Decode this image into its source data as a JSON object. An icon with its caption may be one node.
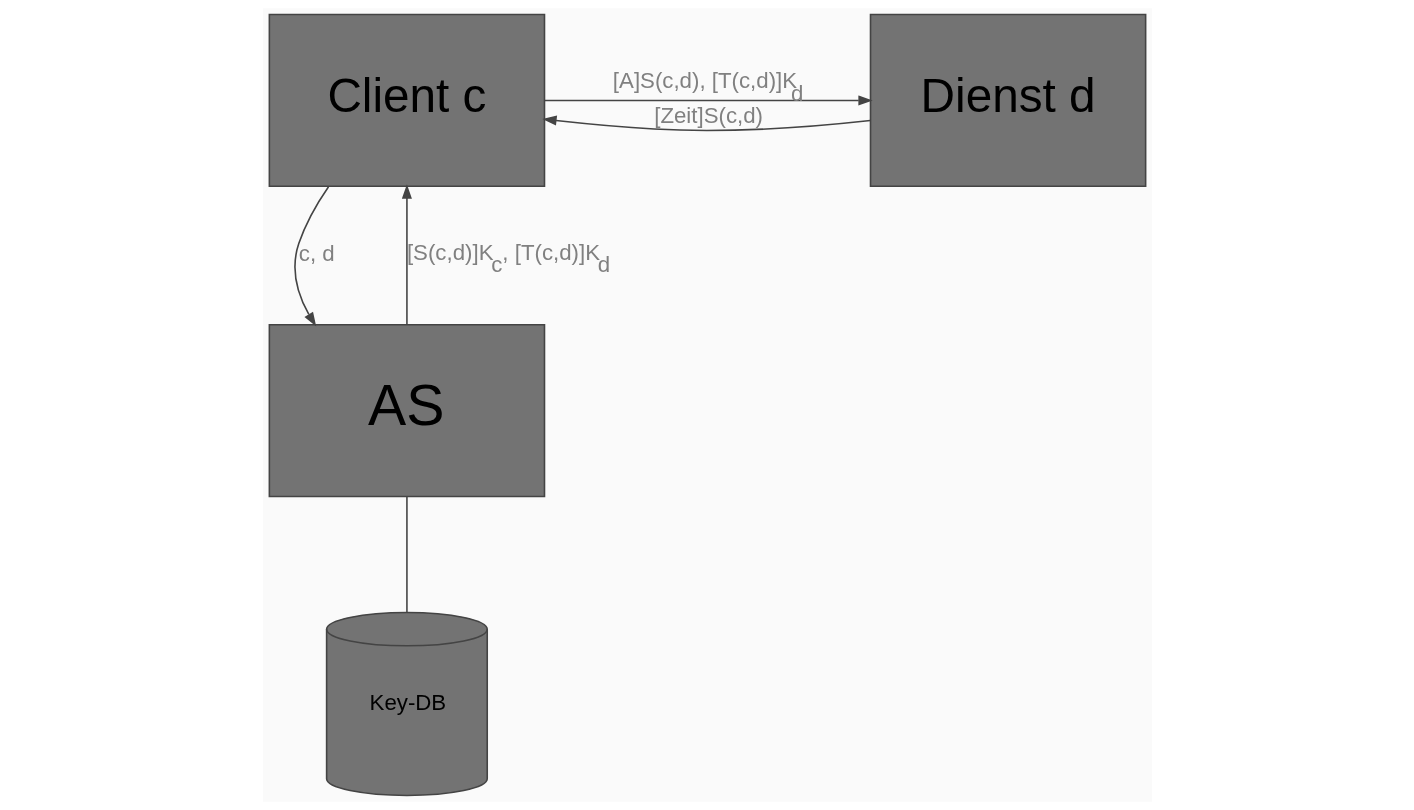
{
  "diagram": {
    "nodes": [
      {
        "text": [
          "Client c"
        ]
      },
      {
        "text": [
          "Dienst d"
        ]
      },
      {
        "text": [
          "AS"
        ]
      },
      {
        "text": [
          "Key-DB"
        ]
      }
    ],
    "edges": [
      {
        "from": 0,
        "to": 1,
        "arrow": "to",
        "label": "[A]S(c,d), [T(c,d)]K$_{d}$"
      },
      {
        "from": 1,
        "to": 0,
        "arrow": "to",
        "label": "[Zeit]S(c,d)"
      },
      {
        "from": 0,
        "to": 2,
        "arrow": "to",
        "label": "c, d"
      },
      {
        "from": 2,
        "to": 0,
        "arrow": "to",
        "label": "[S(c,d)]K$_{c}$, [T(c,d)]K$_{d}$"
      },
      {
        "from": 2,
        "to": 3,
        "arrow": "none"
      }
    ]
  }
}
